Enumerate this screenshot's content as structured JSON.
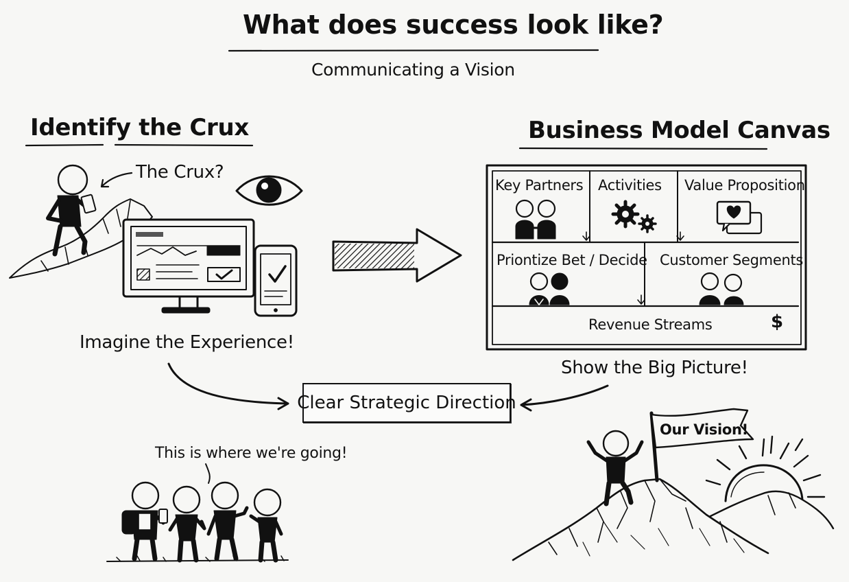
{
  "header": {
    "title": "What does success look like?",
    "subtitle": "Communicating a Vision"
  },
  "left": {
    "heading": "Identify the Crux",
    "crux_callout": "The Crux?",
    "caption": "Imagine the Experience!",
    "team_speech": "This is where we're going!"
  },
  "right": {
    "heading": "Business Model Canvas",
    "canvas": {
      "key_partners": "Key Partners",
      "activities": "Activities",
      "value_proposition": "Value Proposition",
      "prioritize": "Priontize Bet / Decide",
      "customer_segments": "Customer Segments",
      "revenue_streams": "Revenue Streams",
      "revenue_symbol": "$"
    },
    "caption": "Show the Big Picture!",
    "flag_text": "Our Vision!"
  },
  "center": {
    "direction_box": "Clear Strategic Direction"
  },
  "icons": [
    "eye-icon",
    "monitor-icon",
    "phone-icon",
    "checkbox-icon",
    "big-arrow-icon",
    "gear-icon",
    "heart-chat-icon",
    "dollar-icon",
    "mountain-icon",
    "sun-icon",
    "flag-icon"
  ]
}
